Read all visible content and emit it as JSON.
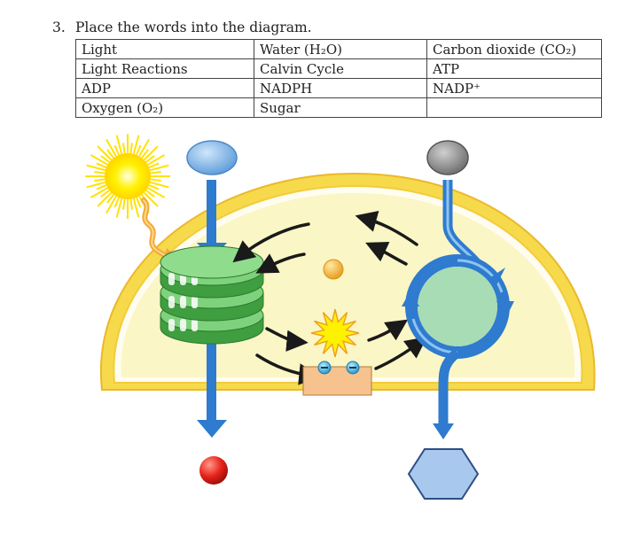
{
  "question": {
    "number": "3.",
    "text": "Place the words into the diagram."
  },
  "word_bank": [
    [
      "Light",
      "Water (H₂O)",
      "Carbon dioxide (CO₂)"
    ],
    [
      "Light Reactions",
      "Calvin Cycle",
      "ATP"
    ],
    [
      "ADP",
      "NADPH",
      "NADP⁺"
    ],
    [
      "Oxygen (O₂)",
      "Sugar",
      ""
    ]
  ],
  "colors": {
    "chloroplast_outer": "#f7d94c",
    "stroma": "#fbf6c6",
    "thylakoid": "#6cc56a",
    "calvin_cycle": "#a7dcb5",
    "blue_arrow": "#2e7bcf",
    "sun": "#fff200",
    "water_oval": "#7fb5e6",
    "co2_oval": "#8c8c8c",
    "oxygen_ball": "#e8231b",
    "sugar_hexagon": "#a9c8ee",
    "atp_ball": "#f5b936",
    "phosphate_box": "#f6c38e",
    "electron": "#2ba6d9"
  }
}
